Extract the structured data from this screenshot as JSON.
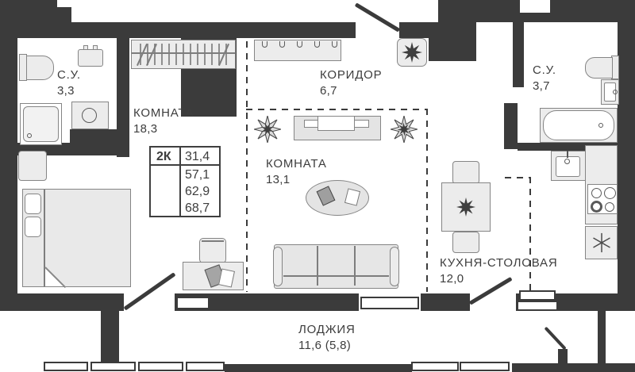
{
  "plan": {
    "title": "Floor plan of a 2-room apartment",
    "rooms": {
      "bath1": {
        "name": "С.У.",
        "area": "3,3"
      },
      "bedroom": {
        "name": "КОМНАТА",
        "area": "18,3"
      },
      "corridor": {
        "name": "КОРИДОР",
        "area": "6,7"
      },
      "bath2": {
        "name": "С.У.",
        "area": "3,7"
      },
      "living": {
        "name": "КОМНАТА",
        "area": "13,1"
      },
      "kitchen": {
        "name": "КУХНЯ-СТОЛОВАЯ",
        "area": "12,0"
      },
      "loggia": {
        "name": "ЛОДЖИЯ",
        "area": "11,6 (5,8)"
      }
    },
    "info_table": {
      "type": "2К",
      "areas": [
        "31,4",
        "57,1",
        "62,9",
        "68,7"
      ]
    },
    "colors": {
      "wall": "#3b3b3b",
      "fixture_fill": "#ececec",
      "fixture_border": "#858585",
      "text": "#3d3d3d"
    }
  }
}
